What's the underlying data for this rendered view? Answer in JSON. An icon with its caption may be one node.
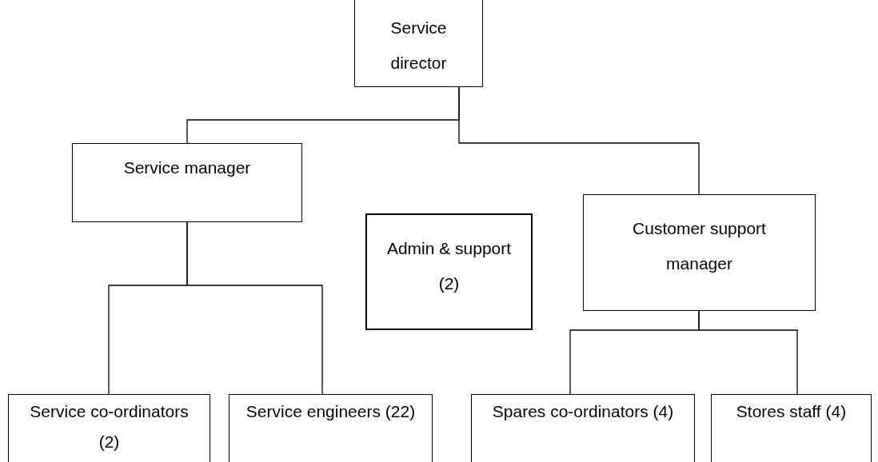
{
  "diagram": {
    "nodes": [
      {
        "text": [
          "Service director"
        ]
      },
      {
        "text": [
          "Service manager"
        ]
      },
      {
        "text": [
          "Admin & support (2)"
        ]
      },
      {
        "text": [
          "Customer support manager"
        ]
      },
      {
        "text": [
          "Service co-ordinators (2)"
        ]
      },
      {
        "text": [
          "Service engineers (22)"
        ]
      },
      {
        "text": [
          "Spares co-ordinators (4)"
        ]
      },
      {
        "text": [
          "Stores staff (4)"
        ]
      }
    ],
    "edges": [
      {
        "from": 0,
        "to": 1,
        "arrow": "none"
      },
      {
        "from": 0,
        "to": 3,
        "arrow": "none"
      },
      {
        "from": 1,
        "to": 4,
        "arrow": "none"
      },
      {
        "from": 1,
        "to": 5,
        "arrow": "none"
      },
      {
        "from": 3,
        "to": 6,
        "arrow": "none"
      },
      {
        "from": 3,
        "to": 7,
        "arrow": "none"
      }
    ]
  }
}
